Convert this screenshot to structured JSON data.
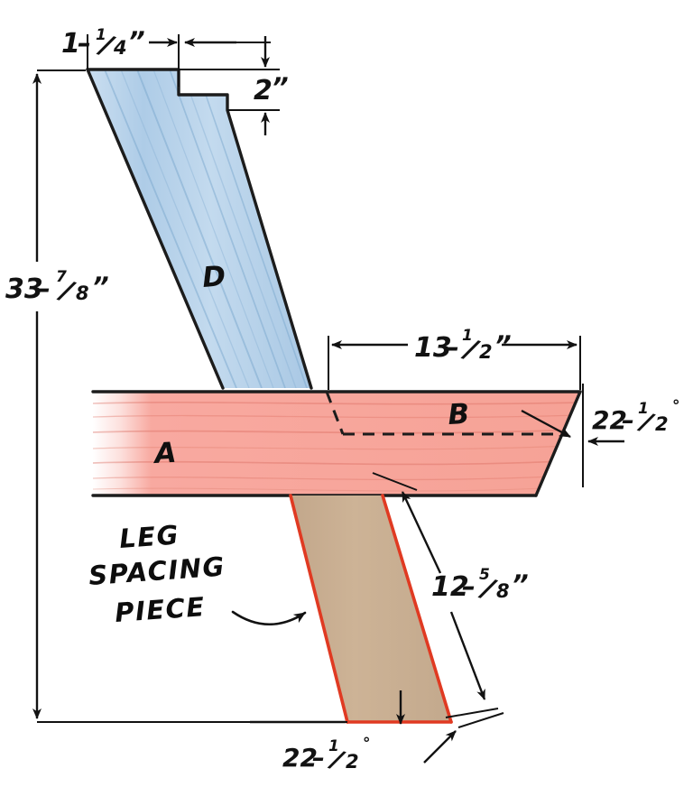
{
  "diagram": {
    "title": "Leg and rail assembly joinery detail",
    "type": "woodworking-construction-drawing",
    "background_color": "#ffffff",
    "ink_color": "#121212"
  },
  "parts": [
    {
      "id": "D",
      "name": "angled-leg",
      "label": "D",
      "fill_color": "#b9d4ec",
      "outline_color": "#1c1c1c",
      "grain": true,
      "description": "Blue angled leg with notch at top"
    },
    {
      "id": "A",
      "name": "rail-left",
      "label": "A",
      "fill_color": "#f8a9a0",
      "outline_color": "#1c1c1c",
      "grain": true,
      "description": "Red horizontal rail, left portion"
    },
    {
      "id": "B",
      "name": "rail-right",
      "label": "B",
      "fill_color": "#f8a9a0",
      "outline_color": "#1c1c1c",
      "grain": true,
      "description": "Red horizontal rail, right portion with bevel"
    },
    {
      "id": "SP",
      "name": "leg-spacing-piece",
      "label": "LEG SPACING PIECE",
      "fill_color": "#c9b094",
      "outline_color": "#e03a22",
      "grain": false,
      "description": "Tan angled spacing block below the rail"
    }
  ],
  "dimensions": {
    "notch_width": {
      "whole": "1",
      "dash": "–",
      "numerator": "1",
      "denominator": "4",
      "unit": "”",
      "full_text": "1-1/4”",
      "name": "notch-width-dimension"
    },
    "notch_depth": {
      "whole": "2",
      "unit": "”",
      "full_text": "2”",
      "name": "notch-depth-dimension"
    },
    "leg_length": {
      "whole": "33",
      "dash": "–",
      "numerator": "7",
      "denominator": "8",
      "unit": "”",
      "full_text": "33-7/8”",
      "name": "overall-height-dimension"
    },
    "rail_right_length": {
      "whole": "13",
      "dash": "–",
      "numerator": "1",
      "denominator": "2",
      "unit": "”",
      "full_text": "13-1/2”",
      "name": "rail-right-length-dimension"
    },
    "spacer_length": {
      "whole": "12",
      "dash": "–",
      "numerator": "5",
      "denominator": "8",
      "unit": "”",
      "full_text": "12-5/8”",
      "name": "spacer-length-dimension"
    }
  },
  "angles": {
    "rail_bevel": {
      "whole": "22",
      "dash": "–",
      "numerator": "1",
      "denominator": "2",
      "unit": "°",
      "full_text": "22-1/2°",
      "name": "rail-bevel-angle"
    },
    "spacer_bevel": {
      "whole": "22",
      "dash": "–",
      "numerator": "1",
      "denominator": "2",
      "unit": "°",
      "full_text": "22-1/2°",
      "name": "spacer-bevel-angle"
    }
  },
  "callouts": {
    "leg_spacing_piece": {
      "line1": "LEG",
      "line2": "SPACING",
      "line3": "PIECE",
      "full_text": "LEG SPACING PIECE",
      "name": "leg-spacing-piece-callout"
    }
  },
  "part_labels": {
    "leg": "D",
    "rail_left": "A",
    "rail_right": "B"
  }
}
